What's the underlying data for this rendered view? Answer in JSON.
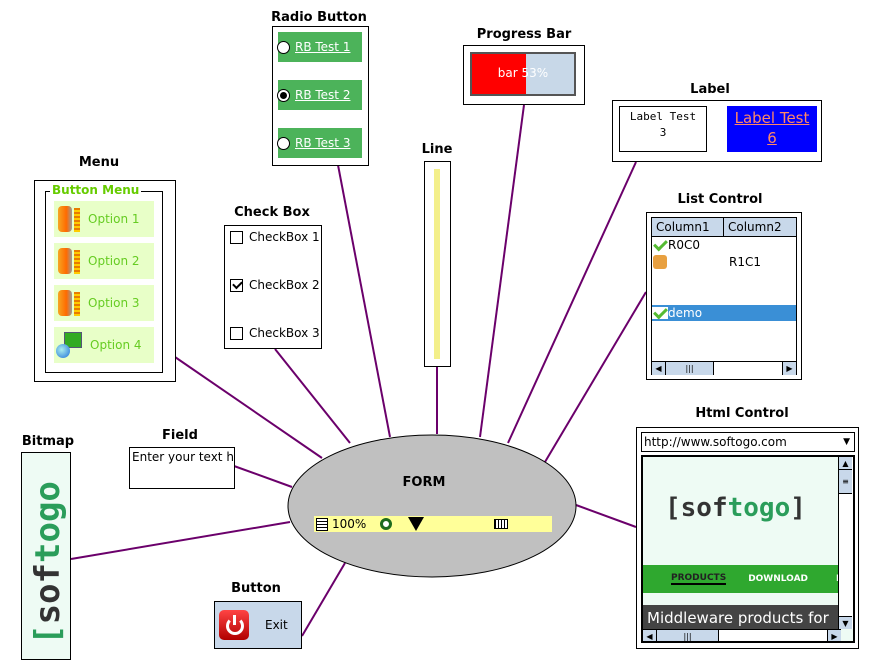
{
  "center": {
    "title": "FORM",
    "zoom_label": "100%"
  },
  "menu": {
    "title": "Menu",
    "group_label": "Button Menu",
    "items": [
      {
        "label": "Option 1",
        "icon": "battery-icon"
      },
      {
        "label": "Option 2",
        "icon": "battery-icon"
      },
      {
        "label": "Option 3",
        "icon": "battery-icon"
      },
      {
        "label": "Option 4",
        "icon": "network-computer-icon"
      }
    ]
  },
  "radio": {
    "title": "Radio Button",
    "items": [
      {
        "label": "RB Test 1",
        "selected": false
      },
      {
        "label": "RB Test 2",
        "selected": true
      },
      {
        "label": "RB Test 3",
        "selected": false
      }
    ]
  },
  "checkbox": {
    "title": "Check Box",
    "items": [
      {
        "label": "CheckBox 1",
        "checked": false
      },
      {
        "label": "CheckBox 2",
        "checked": true
      },
      {
        "label": "CheckBox 3",
        "checked": false
      }
    ]
  },
  "progress": {
    "title": "Progress Bar",
    "text": "bar 53%",
    "value_percent": 53
  },
  "line": {
    "title": "Line"
  },
  "label": {
    "title": "Label",
    "label1": "Label Test\n3",
    "label1_line1": "Label Test",
    "label1_line2": "3",
    "label2_line1": "Label Test",
    "label2_line2": "6"
  },
  "list": {
    "title": "List Control",
    "columns": [
      "Column1",
      "Column2"
    ],
    "rows": [
      {
        "col1": "R0C0",
        "col2": "",
        "icon": "check-icon",
        "selected": false
      },
      {
        "col1": "",
        "col2": "R1C1",
        "icon": "package-icon",
        "selected": false
      },
      {
        "col1": "demo",
        "col2": "",
        "icon": "check-icon",
        "selected": true
      }
    ]
  },
  "html": {
    "title": "Html  Control",
    "url": "http://www.softogo.com",
    "brand_pre": "[sof",
    "brand_mid": "togo",
    "brand_post": "]",
    "nav": [
      "PRODUCTS",
      "DOWNLOAD",
      "NEWS"
    ],
    "banner": "Middleware products for"
  },
  "bitmap": {
    "title": "Bitmap",
    "text_a": "[sof",
    "text_b": "togo"
  },
  "field": {
    "title": "Field",
    "value": "Enter your text h"
  },
  "button": {
    "title": "Button",
    "label": "Exit"
  },
  "colors": {
    "link_line": "#6b006b",
    "form_fill": "#c0c0c0",
    "status_bar": "#ffff99",
    "radio_bg": "#4cb35a",
    "menu_item_bg": "#e8ffc8",
    "list_select": "#3a8fd6"
  }
}
